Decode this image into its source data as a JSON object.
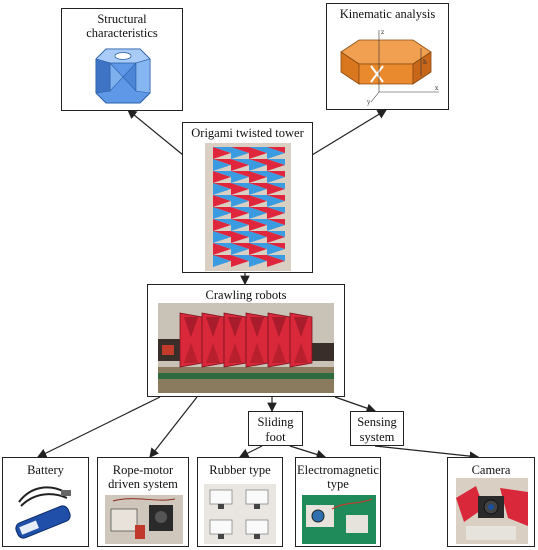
{
  "nodes": {
    "structural": {
      "label_line1": "Structural",
      "label_line2": "characteristics"
    },
    "kinematic": {
      "label": "Kinematic analysis"
    },
    "tower": {
      "label": "Origami twisted tower"
    },
    "crawling": {
      "label": "Crawling robots"
    },
    "sliding": {
      "label_line1": "Sliding",
      "label_line2": "foot"
    },
    "sensing": {
      "label_line1": "Sensing",
      "label_line2": "system"
    },
    "battery": {
      "label": "Battery"
    },
    "rope": {
      "label_line1": "Rope-motor",
      "label_line2": "driven system"
    },
    "rubber": {
      "label": "Rubber type"
    },
    "electro": {
      "label_line1": "Electromagnetic",
      "label_line2": "type"
    },
    "camera": {
      "label": "Camera"
    }
  },
  "colors": {
    "prism_blue": "#6aa6f2",
    "orange": "#e8872a",
    "tower_blue": "#3b9be0",
    "tower_red": "#e0263c",
    "robot_red": "#d8283a"
  }
}
